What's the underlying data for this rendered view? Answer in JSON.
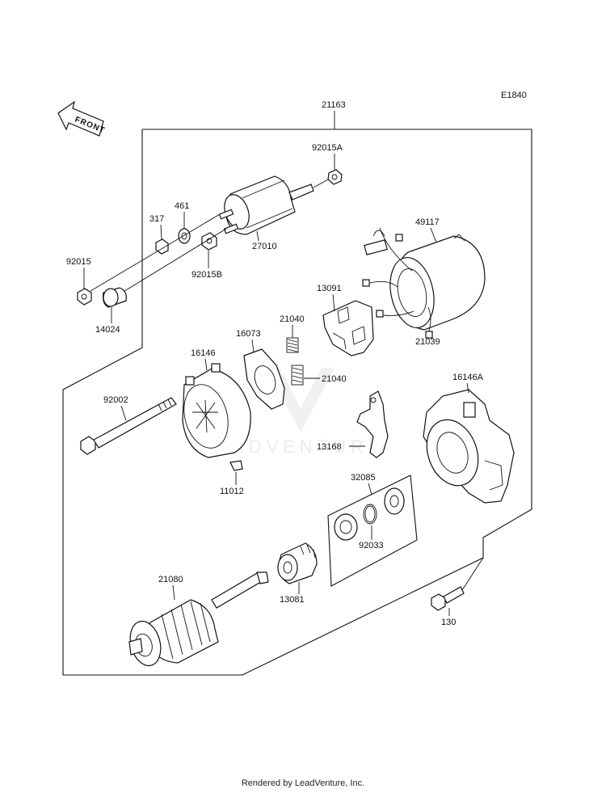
{
  "diagram_code": "E1840",
  "front_label": "FRONT",
  "watermark": "LEADVENTURE",
  "footer": "Rendered by LeadVenture, Inc.",
  "parts": {
    "p21163": "21163",
    "p92015A": "92015A",
    "p461": "461",
    "p317": "317",
    "p27010": "27010",
    "p92015": "92015",
    "p92015B": "92015B",
    "p14024": "14024",
    "p49117": "49117",
    "p13091": "13091",
    "p21040a": "21040",
    "p21040b": "21040",
    "p16073": "16073",
    "p16146": "16146",
    "p21039": "21039",
    "p16146A": "16146A",
    "p92002": "92002",
    "p13168": "13168",
    "p11012": "11012",
    "p32085": "32085",
    "p92033": "92033",
    "p21080": "21080",
    "p13081": "13081",
    "p130": "130"
  }
}
